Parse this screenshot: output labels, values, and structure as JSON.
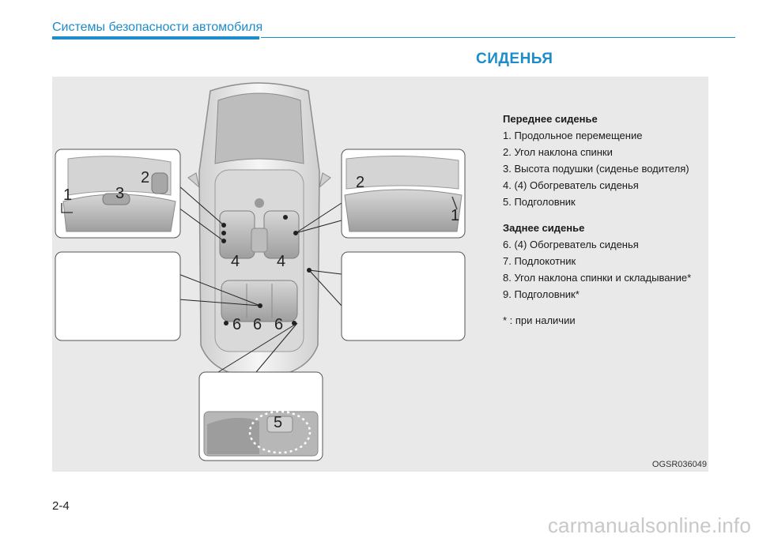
{
  "header": {
    "section_title": "Системы безопасности автомобиля",
    "page_heading": "СИДЕНЬЯ"
  },
  "legend": {
    "front_heading": "Переднее сиденье",
    "front_items": [
      "1. Продольное перемещение",
      "2. Угол наклона спинки",
      "3. Высота подушки (сиденье водителя)",
      "4. (4) Обогреватель сиденья",
      "5. Подголовник"
    ],
    "rear_heading": "Заднее сиденье",
    "rear_items": [
      "6. (4) Обогреватель сиденья",
      "7. Подлокотник",
      "8. Угол наклона спинки и складывание*",
      "9. Подголовник*"
    ],
    "footnote": "* : при наличии"
  },
  "callouts": {
    "n1": "1",
    "n2": "2",
    "n3": "3",
    "n4": "4",
    "n5": "5",
    "n6": "6"
  },
  "figure_code": "OGSR036049",
  "footer": {
    "page_number": "2-4",
    "watermark": "carmanualsonline.info"
  },
  "colors": {
    "accent": "#1d8ccb",
    "figure_bg": "#e9e9e9"
  }
}
